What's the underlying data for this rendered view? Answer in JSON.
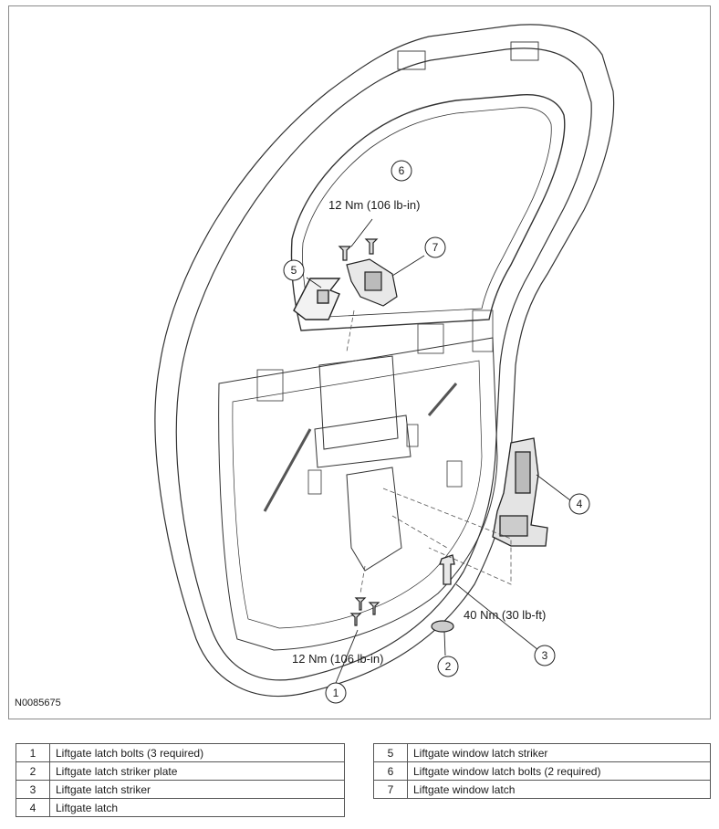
{
  "figure_id": "N0085675",
  "callouts": [
    {
      "num": "1",
      "torque": "12 Nm (106 lb-in)"
    },
    {
      "num": "2",
      "torque": ""
    },
    {
      "num": "3",
      "torque": "40 Nm (30 lb-ft)"
    },
    {
      "num": "4",
      "torque": ""
    },
    {
      "num": "5",
      "torque": ""
    },
    {
      "num": "6",
      "torque": "12 Nm (106 lb-in)"
    },
    {
      "num": "7",
      "torque": ""
    }
  ],
  "legend_left": [
    {
      "num": "1",
      "label": "Liftgate latch bolts (3 required)"
    },
    {
      "num": "2",
      "label": "Liftgate latch striker plate"
    },
    {
      "num": "3",
      "label": "Liftgate latch striker"
    },
    {
      "num": "4",
      "label": "Liftgate latch"
    }
  ],
  "legend_right": [
    {
      "num": "5",
      "label": "Liftgate window latch striker"
    },
    {
      "num": "6",
      "label": "Liftgate window latch bolts (2 required)"
    },
    {
      "num": "7",
      "label": "Liftgate window latch"
    }
  ]
}
